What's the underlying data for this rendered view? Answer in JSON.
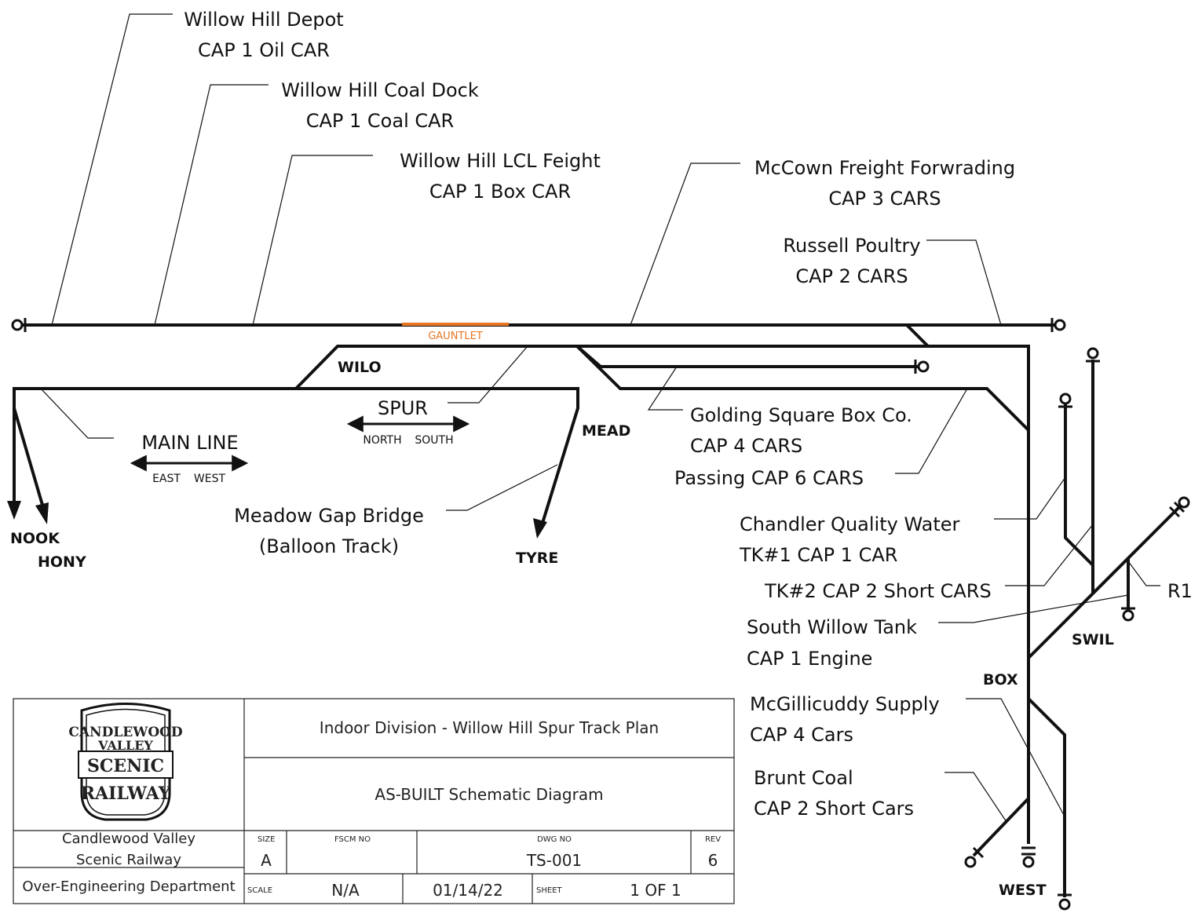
{
  "industries": {
    "willow_hill_depot": {
      "name": "Willow Hill Depot",
      "capacity": "CAP 1 Oil CAR"
    },
    "willow_hill_coal_dock": {
      "name": "Willow Hill Coal Dock",
      "capacity": "CAP 1 Coal CAR"
    },
    "willow_hill_lcl": {
      "name": "Willow Hill LCL Feight",
      "capacity": "CAP 1 Box CAR"
    },
    "mccown": {
      "name": "McCown Freight Forwrading",
      "capacity": "CAP 3 CARS"
    },
    "russell": {
      "name": "Russell Poultry",
      "capacity": "CAP 2 CARS"
    },
    "golding": {
      "name": "Golding Square Box Co.",
      "capacity": "CAP 4 CARS"
    },
    "passing": {
      "capacity": "Passing CAP 6 CARS"
    },
    "chandler": {
      "name": "Chandler Quality Water",
      "tk1": "TK#1 CAP 1 CAR",
      "tk2": "TK#2 CAP 2 Short CARS"
    },
    "south_willow_tank": {
      "name": "South Willow Tank",
      "capacity": "CAP 1 Engine"
    },
    "mcgillicuddy": {
      "name": "McGillicuddy Supply",
      "capacity": "CAP 4 Cars"
    },
    "brunt": {
      "name": "Brunt Coal",
      "capacity": "CAP 2 Short Cars"
    },
    "meadow_gap": {
      "name": "Meadow Gap Bridge",
      "note": "(Balloon Track)"
    }
  },
  "stations": {
    "wilo": "WILO",
    "mead": "MEAD",
    "nook": "NOOK",
    "hony": "HONY",
    "tyre": "TYRE",
    "box": "BOX",
    "swil": "SWIL",
    "west": "WEST",
    "r1": "R1"
  },
  "gauntlet": "GAUNTLET",
  "spur_arrow": {
    "title": "SPUR",
    "left": "NORTH",
    "right": "SOUTH"
  },
  "mainline_arrow": {
    "title": "MAIN LINE",
    "left": "EAST",
    "right": "WEST"
  },
  "title_block": {
    "logo": {
      "line1": "CANDLEWOOD",
      "line2": "VALLEY",
      "line3": "SCENIC",
      "line4": "RAILWAY"
    },
    "title": "Indoor Division - Willow Hill Spur Track Plan",
    "subtitle": "AS-BUILT Schematic Diagram",
    "company_line1": "Candlewood Valley",
    "company_line2": "Scenic Railway",
    "department": "Over-Engineering Department",
    "size_label": "SIZE",
    "size_value": "A",
    "fscm_label": "FSCM NO",
    "dwg_label": "DWG NO",
    "dwg_value": "TS-001",
    "rev_label": "REV",
    "rev_value": "6",
    "scale_label": "SCALE",
    "scale_value": "N/A",
    "date_value": "01/14/22",
    "sheet_label": "SHEET",
    "sheet_value": "1 OF 1"
  },
  "colors": {
    "track": "#111111",
    "gauntlet": "#e87722"
  }
}
